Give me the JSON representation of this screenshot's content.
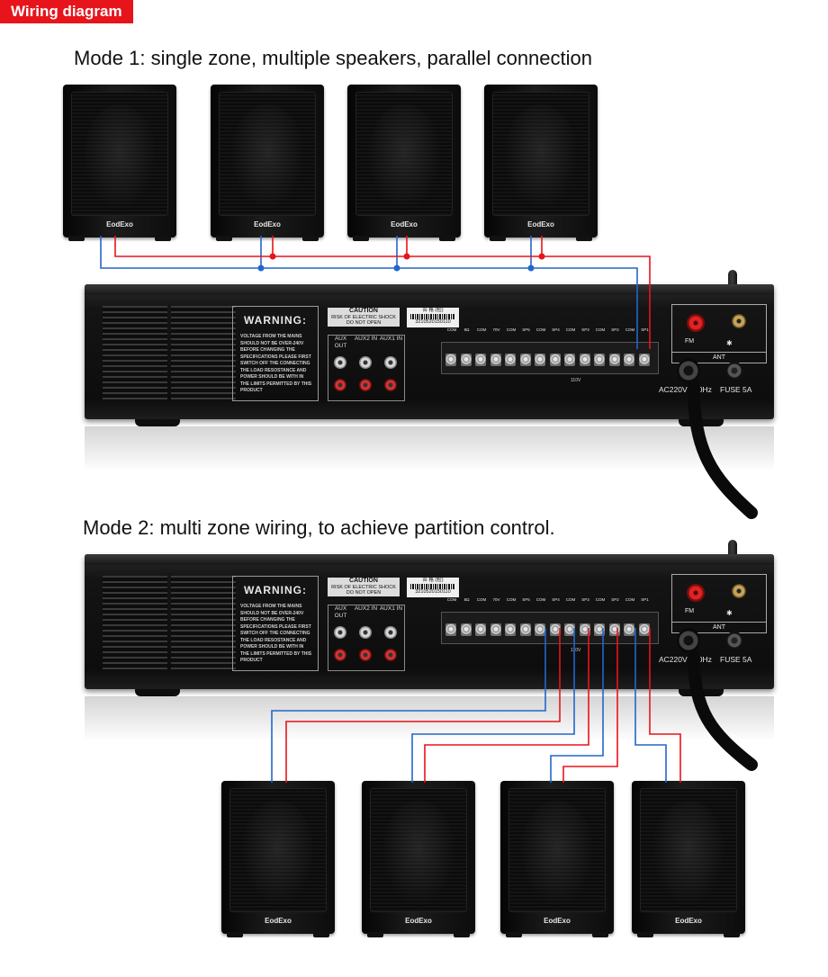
{
  "header": {
    "tag": "Wiring diagram"
  },
  "mode1": {
    "title": "Mode 1: single zone, multiple speakers, parallel connection"
  },
  "mode2": {
    "title": "Mode 2: multi zone wiring, to achieve partition control."
  },
  "speaker": {
    "brand": "EodExo"
  },
  "amplifier": {
    "warning_title": "WARNING:",
    "warning_text": "VOLTAGE FROM THE MAINS SHOULD NOT BE OVER-240V BEFORE CHANGING THE SPECIFICATIONS PLEASE FIRST SWITCH OFF THE CONNECTING THE LOAD RESOSTANCE AND POWER SHOULD BE WITH IN THE LIMITS PERMITTED BY THIS PRODUCT",
    "caution_title": "CAUTION",
    "caution_line1": "RISK OF ELECTRIC SHOCK",
    "caution_line2": "DO NOT OPEN",
    "seal_title": "合 格 (检)",
    "seal_serial": "3210520150110",
    "aux_labels": [
      "AUX OUT",
      "AUX2 IN",
      "AUX1 IN"
    ],
    "terminal_labels": [
      "COM",
      "8Ω",
      "COM",
      "70V",
      "COM",
      "SP5",
      "COM",
      "SP4",
      "COM",
      "SP3",
      "COM",
      "SP2",
      "COM",
      "SP1"
    ],
    "voltage_label": "110V",
    "fm_label": "FM",
    "bluetooth_symbol": "✱",
    "ant_label": "ANT",
    "ac_label": "AC220V  ~60Hz",
    "fuse_label": "FUSE 5A"
  },
  "colors": {
    "tag_bg": "#e8141b",
    "wire_red": "#e8141b",
    "wire_blue": "#2266cc"
  }
}
